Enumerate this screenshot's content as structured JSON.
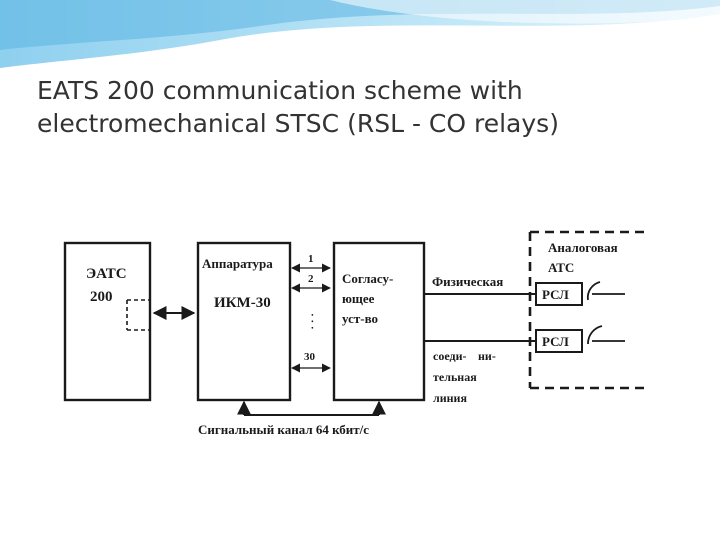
{
  "slide": {
    "title_line1": "EATS 200 communication scheme with",
    "title_line2": "electromechanical STSC (RSL - CO relays)",
    "accent_color": "#4aa3d6"
  },
  "diagram": {
    "eats_label_line1": "ЭАТС",
    "eats_label_line2": "200",
    "ikm_label_line1": "Аппаратура",
    "ikm_label_line2": "ИКМ-30",
    "matching_label_line1": "Согласу-",
    "matching_label_line2": "ющее",
    "matching_label_line3": "уст-во",
    "channel_1": "1",
    "channel_2": "2",
    "channel_dots": "·  ·  ·",
    "channel_30": "30",
    "physical_label": "Физическая",
    "connecting_line_1": "соеди-",
    "connecting_line_2": "ни-",
    "connecting_line_3": "тельная",
    "connecting_line_4": "линия",
    "analog_label_line1": "Аналоговая",
    "analog_label_line2": "АТС",
    "rsl_1": "РСЛ",
    "rsl_2": "РСЛ",
    "signal_channel": "Сигнальный канал 64 кбит/с"
  }
}
